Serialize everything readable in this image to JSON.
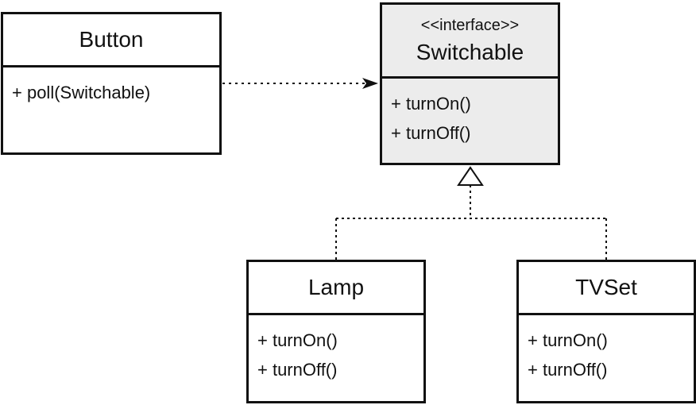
{
  "diagram": {
    "classes": [
      {
        "name": "Button",
        "stereotype": "",
        "methods": [
          "+ poll(Switchable)"
        ]
      },
      {
        "name": "Switchable",
        "stereotype": "<<interface>>",
        "methods": [
          "+ turnOn()",
          "+ turnOff()"
        ]
      },
      {
        "name": "Lamp",
        "stereotype": "",
        "methods": [
          "+ turnOn()",
          "+ turnOff()"
        ]
      },
      {
        "name": "TVSet",
        "stereotype": "",
        "methods": [
          "+ turnOn()",
          "+ turnOff()"
        ]
      }
    ],
    "relationships": [
      {
        "from": "Button",
        "to": "Switchable",
        "kind": "dependency",
        "line": "dotted",
        "head": "open-arrow"
      },
      {
        "from": "Lamp",
        "to": "Switchable",
        "kind": "realization",
        "line": "dotted",
        "head": "hollow-triangle"
      },
      {
        "from": "TVSet",
        "to": "Switchable",
        "kind": "realization",
        "line": "dotted",
        "head": "hollow-triangle"
      }
    ],
    "colors": {
      "stroke": "#111111",
      "interface_fill": "#ececec",
      "class_fill": "#ffffff"
    }
  }
}
